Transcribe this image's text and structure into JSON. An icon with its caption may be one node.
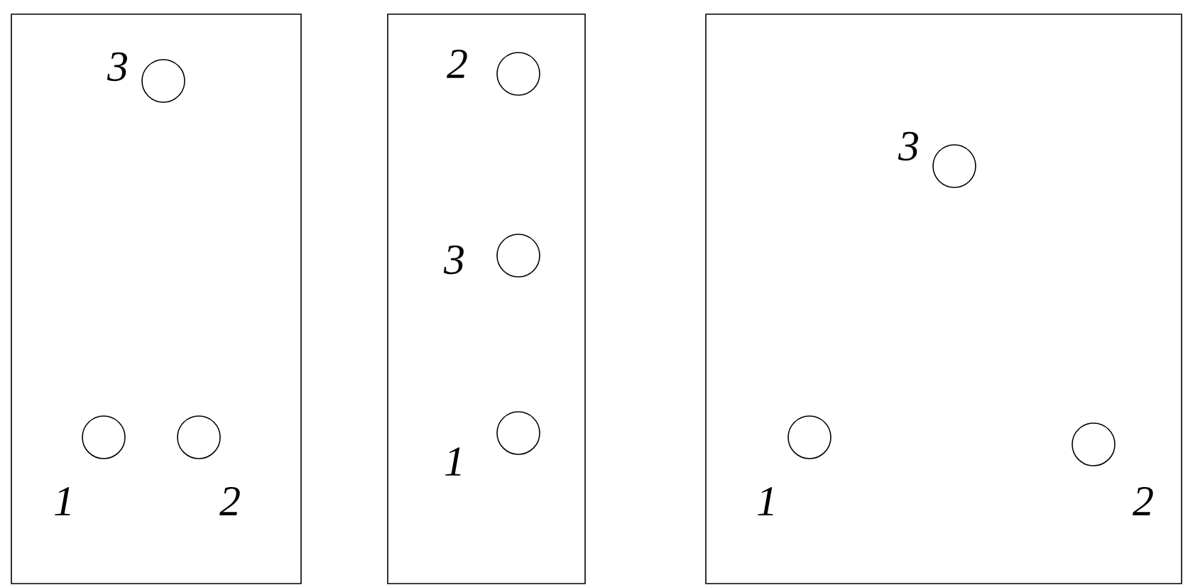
{
  "diagram": {
    "nodes": [
      {
        "text": [],
        "shape": "box"
      },
      {
        "text": [],
        "shape": "box"
      },
      {
        "text": [],
        "shape": "box"
      },
      {
        "text": [],
        "shape": "circle",
        "in": 0,
        "beside": [
          "3"
        ]
      },
      {
        "text": [],
        "shape": "circle",
        "in": 0,
        "beside": [
          "1"
        ]
      },
      {
        "text": [],
        "shape": "circle",
        "in": 0,
        "beside": [
          "2"
        ]
      },
      {
        "text": [],
        "shape": "circle",
        "in": 1,
        "beside": [
          "2"
        ]
      },
      {
        "text": [],
        "shape": "circle",
        "in": 1,
        "beside": [
          "3"
        ]
      },
      {
        "text": [],
        "shape": "circle",
        "in": 1,
        "beside": [
          "1"
        ]
      },
      {
        "text": [],
        "shape": "circle",
        "in": 2,
        "beside": [
          "3"
        ]
      },
      {
        "text": [],
        "shape": "circle",
        "in": 2,
        "beside": [
          "1"
        ]
      },
      {
        "text": [],
        "shape": "circle",
        "in": 2,
        "beside": [
          "2"
        ]
      }
    ]
  }
}
